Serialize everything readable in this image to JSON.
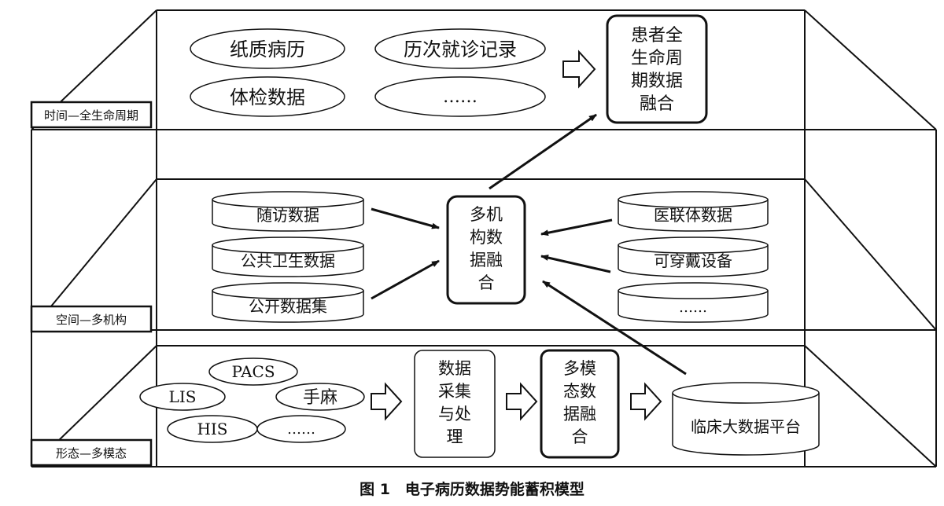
{
  "layers": {
    "time": {
      "label": "时间—全生命周期",
      "ovals": [
        "纸质病历",
        "历次就诊记录",
        "体检数据",
        "……"
      ],
      "fusion": [
        "患者全",
        "生命周",
        "期数据",
        "融合"
      ]
    },
    "space": {
      "label": "空间—多机构",
      "left_dbs": [
        "随访数据",
        "公共卫生数据",
        "公开数据集"
      ],
      "right_dbs": [
        "医联体数据",
        "可穿戴设备",
        "……"
      ],
      "fusion": [
        "多机",
        "构数",
        "据融",
        "合"
      ]
    },
    "form": {
      "label": "形态—多模态",
      "sources": [
        "PACS",
        "LIS",
        "手麻",
        "HIS",
        "……"
      ],
      "process": [
        "数据",
        "采集",
        "与处",
        "理"
      ],
      "fusion": [
        "多模",
        "态数",
        "据融",
        "合"
      ],
      "platform": "临床大数据平台"
    }
  },
  "caption": "图 1　电子病历数据势能蓄积模型"
}
